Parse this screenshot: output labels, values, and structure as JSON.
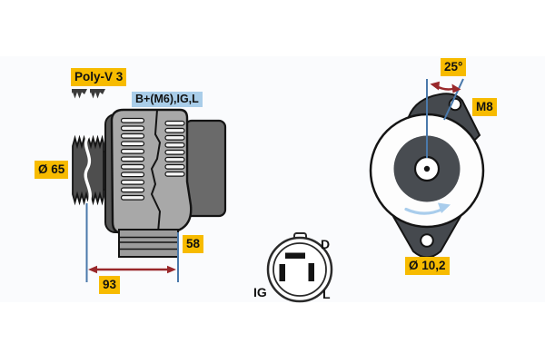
{
  "drawing": {
    "side_view": {
      "belt_type_label": "Poly-V 3",
      "terminal_label": "B+(M6),IG,L",
      "pulley_diameter_label": "Ø 65",
      "dim_foot_label": "58",
      "dim_length_label": "93"
    },
    "connector": {
      "pin_top": "D",
      "pin_bottom_left": "IG",
      "pin_bottom_right": "L"
    },
    "rear_view": {
      "angle_label": "25°",
      "thread_label": "M8",
      "hole_diameter_label": "Ø 10,2"
    },
    "icons": {
      "belt_profile_icon": "poly-v-belt-ribs",
      "rotation_arrow_icon": "clockwise-rotation-arrow",
      "dimension_arrow_icon": "double-headed-arrow"
    },
    "colors": {
      "dim_label_bg": "#F7BB00",
      "terminal_label_bg": "#A9CDE9",
      "dimension_line_blue": "#4A79AB",
      "dimension_arrow_red": "#99282B",
      "rotation_arrow_blue": "#A9CDEC",
      "body_gray": "#A8A8A8",
      "dark_housing_gray": "#6A6A6A"
    }
  }
}
